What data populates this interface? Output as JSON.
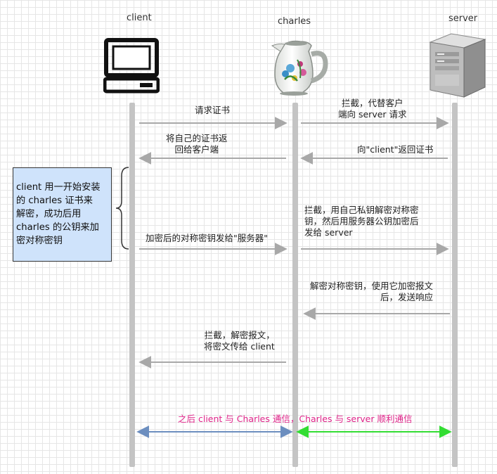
{
  "actors": {
    "client": "client",
    "charles": "charles",
    "server": "server"
  },
  "messages": {
    "m1": "请求证书",
    "m2_line1": "拦截，代替客户",
    "m2_line2": "端向 server 请求",
    "m3_line1": "将自己的证书返",
    "m3_line2": "回给客户端",
    "m4": "向\"client\"返回证书",
    "m5": "加密后的对称密钥发给\"服务器\"",
    "m6_line1": "拦截，用自己私钥解密对称密",
    "m6_line2": "钥，然后用服务器公钥加密后",
    "m6_line3": "发给 server",
    "m7_line1": "解密对称密钥，使用它加密报文",
    "m7_line2": "后，发送响应",
    "m8_line1": "拦截，解密报文，",
    "m8_line2": "将密文传给 client",
    "final": "之后 client 与 Charles 通信，Charles 与 server 顺利通信"
  },
  "note": {
    "line1": "client 用一开始安装",
    "line2": "的 charles 证书来",
    "line3": "解密，成功后用",
    "line4": "charles 的公钥来加",
    "line5": "密对称密钥"
  },
  "colors": {
    "lifeline": "#c4c4c4",
    "arrow": "#a8a8a8",
    "note_fill": "#cfe3fb",
    "final_text": "#e0248a",
    "client_charles_arrow": "#6c8ebf",
    "charles_server_arrow": "#33dd33"
  },
  "icons": {
    "client": "computer-monitor-icon",
    "charles": "charles-jug-icon",
    "server": "server-tower-icon"
  }
}
